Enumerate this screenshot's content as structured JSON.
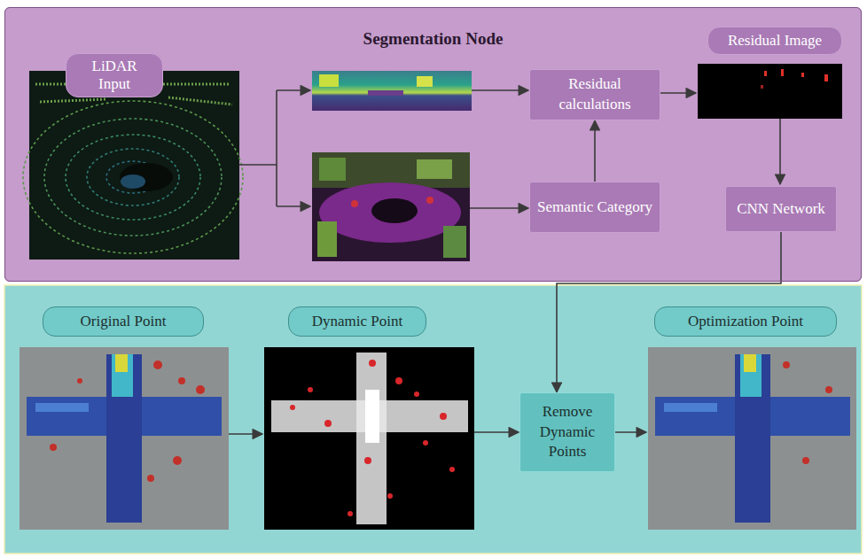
{
  "diagram": {
    "nodes": [
      {
        "text": [
          "Segmentation Node"
        ]
      },
      {
        "text": [
          "LiDAR Input"
        ],
        "in": 0
      },
      {
        "text": [
          "Residual Image"
        ],
        "in": 0
      },
      {
        "text": [
          "Residual calculations"
        ],
        "in": 0
      },
      {
        "text": [
          "Semantic Category"
        ],
        "in": 0
      },
      {
        "text": [
          "CNN Network"
        ],
        "in": 0
      },
      {
        "text": [
          "Original Point"
        ]
      },
      {
        "text": [
          "Dynamic Point"
        ]
      },
      {
        "text": [
          "Remove Dynamic Points"
        ]
      },
      {
        "text": [
          "Optimization Point"
        ]
      }
    ],
    "edges": [
      {
        "from": 4,
        "to": 3,
        "arrow": "to"
      },
      {
        "from": 5,
        "to": 8,
        "arrow": "to"
      }
    ]
  }
}
